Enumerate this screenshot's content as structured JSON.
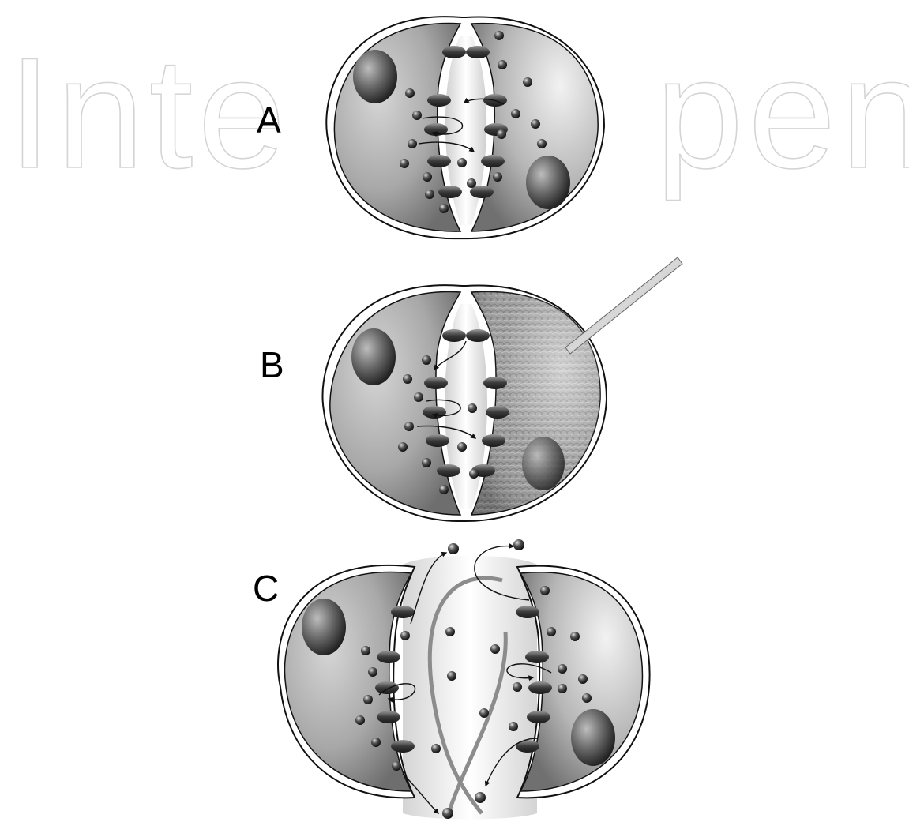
{
  "watermark": {
    "left_text": "Inte",
    "right_text": "pen"
  },
  "panels": [
    {
      "id": "A",
      "label": "A"
    },
    {
      "id": "B",
      "label": "B"
    },
    {
      "id": "C",
      "label": "C"
    }
  ],
  "colors": {
    "cell_light": "#e9e9e9",
    "cell_dark": "#8a8a8a",
    "membrane": "#ffffff",
    "outline": "#1a1a1a",
    "channel": "#3a3a3a",
    "nucleus": "#5a5a5a",
    "watermark": "#d4d4d4"
  }
}
